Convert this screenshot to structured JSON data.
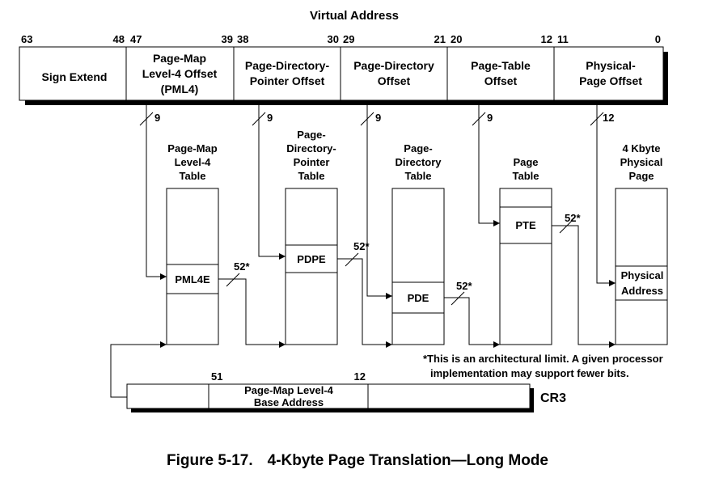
{
  "title": "Virtual Address",
  "bit_labels": [
    "63",
    "48",
    "47",
    "39",
    "38",
    "30",
    "29",
    "21",
    "20",
    "12",
    "11",
    "0"
  ],
  "va_fields": [
    [
      "Sign Extend"
    ],
    [
      "Page-Map",
      "Level-4 Offset",
      "(PML4)"
    ],
    [
      "Page-Directory-",
      "Pointer Offset"
    ],
    [
      "Page-Directory",
      "Offset"
    ],
    [
      "Page-Table",
      "Offset"
    ],
    [
      "Physical-",
      "Page Offset"
    ]
  ],
  "widths": [
    "9",
    "9",
    "9",
    "9",
    "12"
  ],
  "tables": [
    {
      "title": [
        "Page-Map",
        "Level-4",
        "Table"
      ],
      "entry": [
        "PML4E"
      ]
    },
    {
      "title": [
        "Page-",
        "Directory-",
        "Pointer",
        "Table"
      ],
      "entry": [
        "PDPE"
      ]
    },
    {
      "title": [
        "Page-",
        "Directory",
        "Table"
      ],
      "entry": [
        "PDE"
      ]
    },
    {
      "title": [
        "Page",
        "Table"
      ],
      "entry": [
        "PTE"
      ]
    },
    {
      "title": [
        "4 Kbyte",
        "Physical",
        "Page"
      ],
      "entry": [
        "Physical",
        "Address"
      ]
    }
  ],
  "entry_width_label": "52*",
  "footnote": [
    "*This is an architectural limit. A given processor",
    "implementation may support fewer bits."
  ],
  "cr3": {
    "name": "CR3",
    "field": [
      "Page-Map Level-4",
      "Base Address"
    ],
    "bit_high": "51",
    "bit_low": "12"
  },
  "caption": {
    "number": "Figure 5-17.",
    "text": "4-Kbyte Page Translation—Long Mode"
  }
}
